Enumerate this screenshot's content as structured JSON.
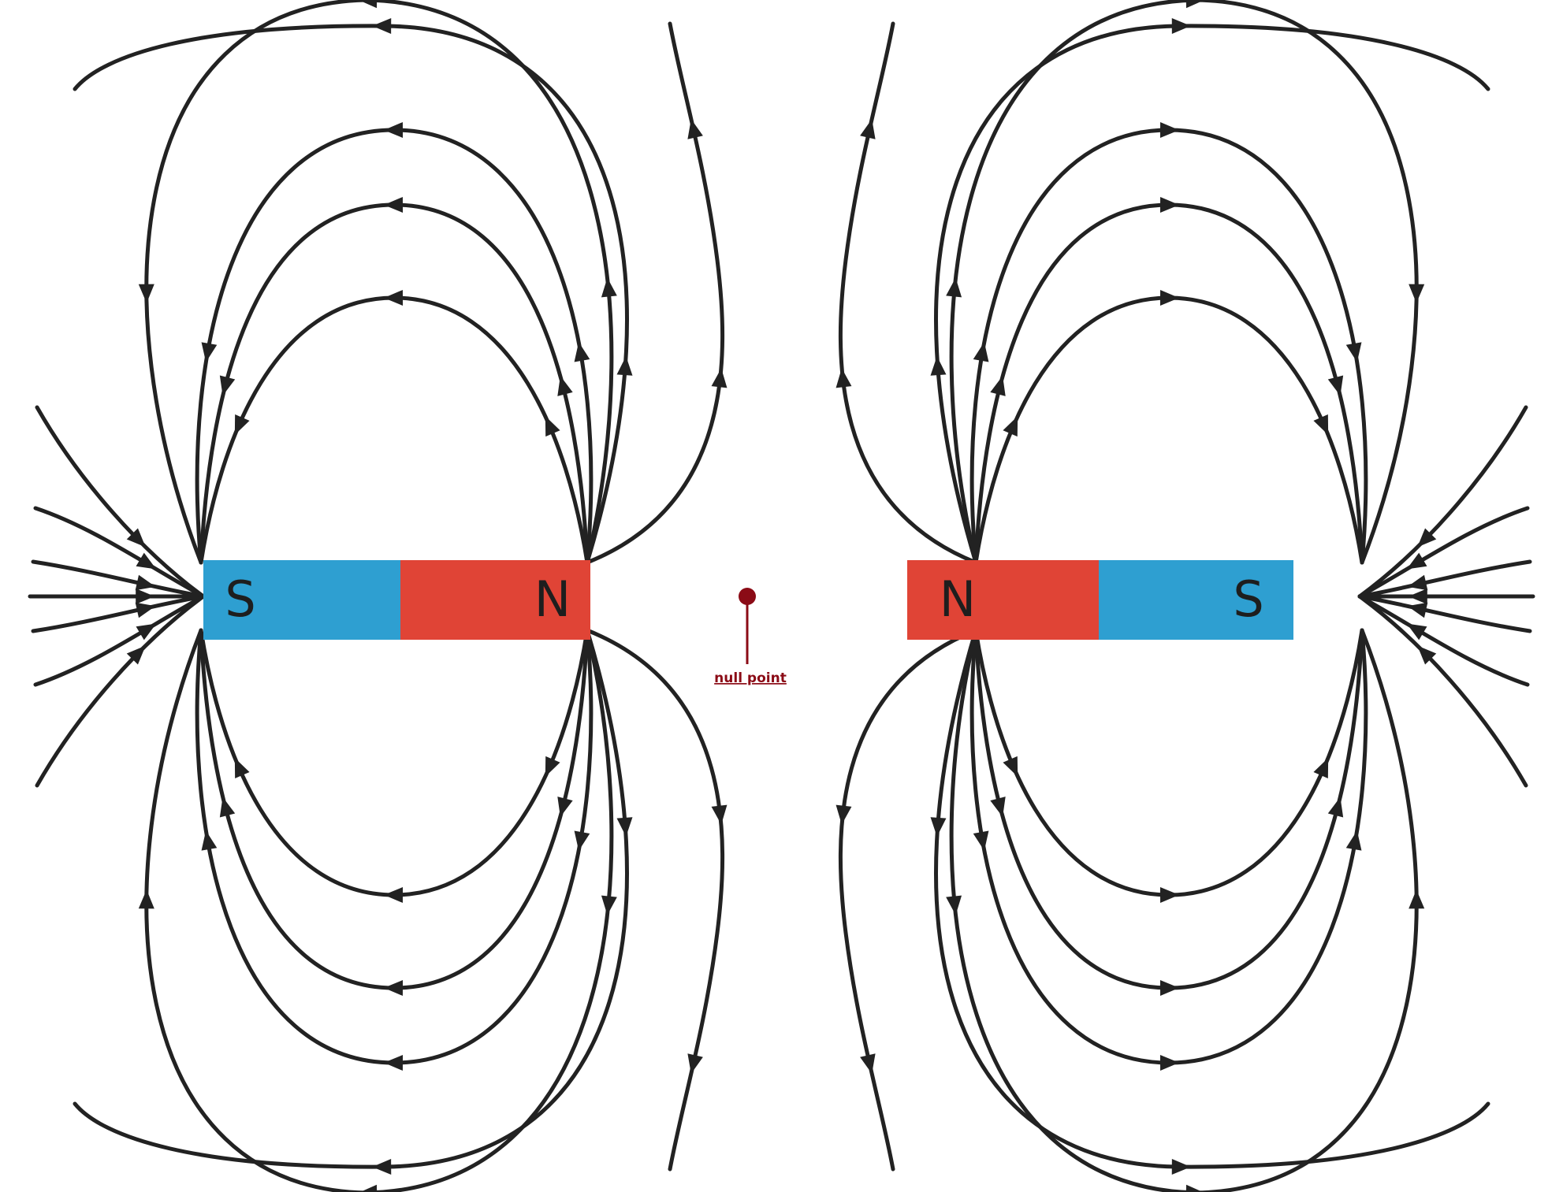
{
  "diagram": {
    "magnets": [
      {
        "name": "left-magnet",
        "poles": [
          {
            "label": "S",
            "color": "#2e9fd1"
          },
          {
            "label": "N",
            "color": "#e04436"
          }
        ]
      },
      {
        "name": "right-magnet",
        "poles": [
          {
            "label": "N",
            "color": "#e04436"
          },
          {
            "label": "S",
            "color": "#2e9fd1"
          }
        ]
      }
    ],
    "null_point": {
      "label": "null point",
      "color": "#8b0b16"
    },
    "field_line_color": "#222222"
  }
}
